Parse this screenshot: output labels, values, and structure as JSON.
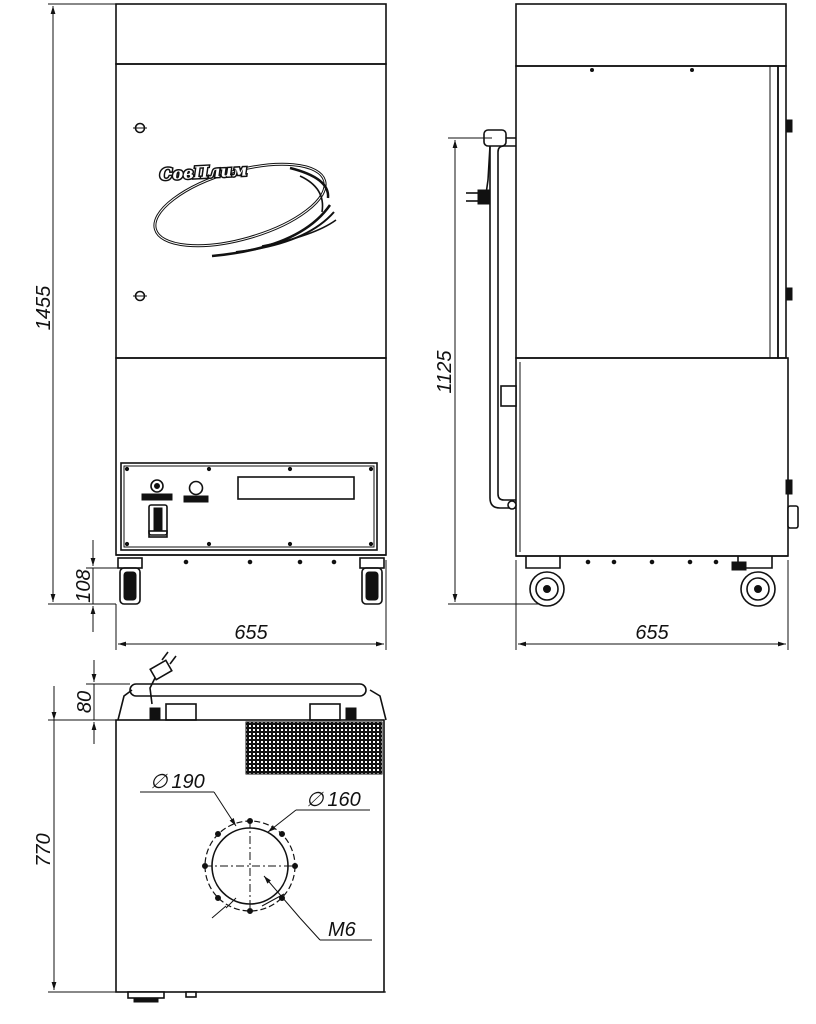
{
  "brand": {
    "logo_text": "СовПлим"
  },
  "dimensions": {
    "front_height": "1455",
    "front_wheel_height": "108",
    "front_width": "655",
    "side_height": "1125",
    "side_width": "655",
    "top_depth": "770",
    "top_handle_offset": "80",
    "outer_diameter": "190",
    "inner_diameter": "160",
    "thread": "M6"
  },
  "symbols": {
    "diameter_sign": "∅"
  },
  "colors": {
    "line": "#111111",
    "background": "#ffffff"
  }
}
